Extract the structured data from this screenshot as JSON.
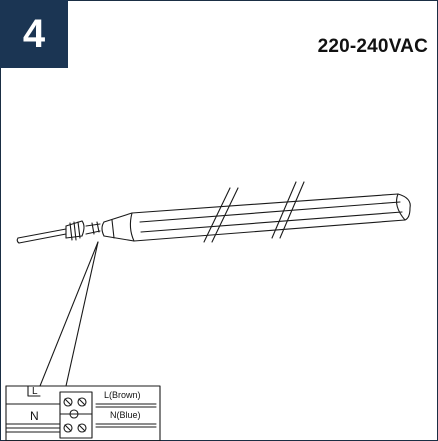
{
  "step": {
    "number": "4"
  },
  "supply": {
    "voltage": "220-240VAC"
  },
  "wiring": {
    "live_terminal": "L",
    "neutral_terminal": "N",
    "live_wire": "L(Brown)",
    "neutral_wire": "N(Blue)"
  },
  "colors": {
    "badge": "#1b3553",
    "line": "#1a1a1a"
  },
  "icons": [
    "tube-lamp",
    "cable",
    "cable-gland",
    "terminal-block"
  ]
}
